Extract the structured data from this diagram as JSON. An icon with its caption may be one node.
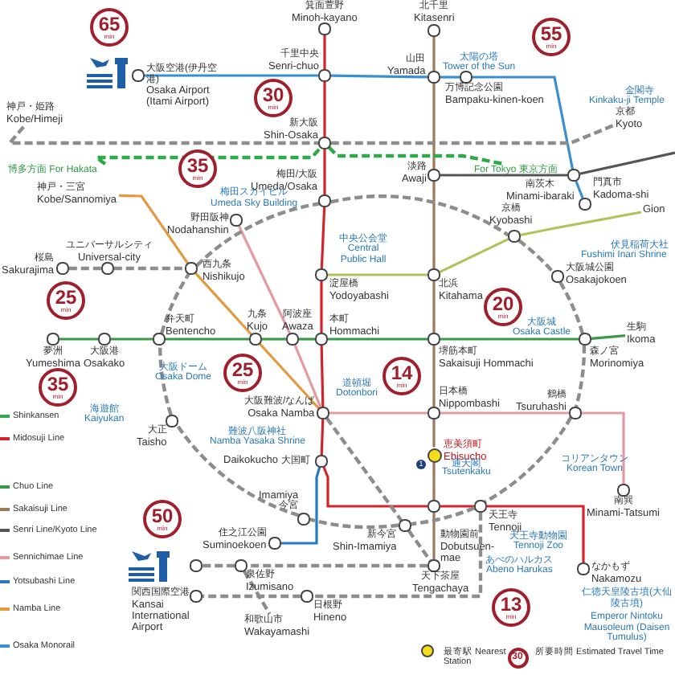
{
  "diagram": {
    "nodes": [
      {
        "text": [
          "箕面萱野",
          "Minoh-kayano"
        ]
      },
      {
        "text": [
          "北千里",
          "Kitasenri"
        ]
      },
      {
        "text": [
          "千里中央",
          "Senri-chuo"
        ]
      },
      {
        "text": [
          "山田",
          "Yamada"
        ]
      },
      {
        "text": [
          "万博記念公園",
          "Bampaku-kinen-koen"
        ]
      },
      {
        "text": [
          "大阪空港(伊丹空港)",
          "Osaka Airport (Itami Airport)"
        ]
      },
      {
        "text": [
          "新大阪",
          "Shin-Osaka"
        ]
      },
      {
        "text": [
          "梅田/大阪",
          "Umeda/Osaka"
        ]
      },
      {
        "text": [
          "京都",
          "Kyoto"
        ]
      },
      {
        "text": [
          "淡路",
          "Awaji"
        ]
      },
      {
        "text": [
          "南茨木",
          "Minami-ibaraki"
        ]
      },
      {
        "text": [
          "門真市",
          "Kadoma-shi"
        ]
      },
      {
        "text": [
          "京橋",
          "Kyobashi"
        ]
      },
      {
        "text": [
          "野田阪神",
          "Nodahanshin"
        ]
      },
      {
        "text": [
          "西九条",
          "Nishikujo"
        ]
      },
      {
        "text": [
          "桜島",
          "Sakurajima"
        ]
      },
      {
        "text": [
          "ユニバーサルシティ",
          "Universal-city"
        ]
      },
      {
        "text": [
          "夢洲",
          "Yumeshima"
        ]
      },
      {
        "text": [
          "大阪港",
          "Osakako"
        ]
      },
      {
        "text": [
          "弁天町",
          "Bentencho"
        ]
      },
      {
        "text": [
          "九条",
          "Kujo"
        ]
      },
      {
        "text": [
          "阿波座",
          "Awaza"
        ]
      },
      {
        "text": [
          "本町",
          "Hommachi"
        ]
      },
      {
        "text": [
          "堺筋本町",
          "Sakaisuji Hommachi"
        ]
      },
      {
        "text": [
          "森ノ宮",
          "Morinomiya"
        ]
      },
      {
        "text": [
          "生駒",
          "Ikoma"
        ]
      },
      {
        "text": [
          "北浜",
          "Kitahama"
        ]
      },
      {
        "text": [
          "大阪城公園",
          "Osakajokoen"
        ]
      },
      {
        "text": [
          "淀屋橋",
          "Yodoyabashi"
        ]
      },
      {
        "text": [
          "大阪難波/なんば",
          "Osaka Namba"
        ]
      },
      {
        "text": [
          "大正",
          "Taisho"
        ]
      },
      {
        "text": [
          "Daikokucho",
          "大国町"
        ]
      },
      {
        "text": [
          "日本橋",
          "Nippombashi"
        ]
      },
      {
        "text": [
          "鶴橋",
          "Tsuruhashi"
        ]
      },
      {
        "text": [
          "Imamiya",
          "今宮"
        ]
      },
      {
        "text": [
          "住之江公園",
          "Suminoekoen"
        ]
      },
      {
        "text": [
          "恵美須町",
          "Ebisucho"
        ]
      },
      {
        "text": [
          "天王寺",
          "Tennoji"
        ]
      },
      {
        "text": [
          "新今宮",
          "Shin-Imamiya"
        ]
      },
      {
        "text": [
          "動物園前",
          "Dobutsuen-mae"
        ]
      },
      {
        "text": [
          "天下茶屋",
          "Tengachaya"
        ]
      },
      {
        "text": [
          "南巽",
          "Minami-Tatsumi"
        ]
      },
      {
        "text": [
          "なかもず",
          "Nakamozu"
        ]
      },
      {
        "text": [
          "関西国際空港",
          "Kansai International Airport"
        ]
      },
      {
        "text": [
          "泉佐野",
          "Izumisano"
        ]
      },
      {
        "text": [
          "和歌山市",
          "Wakayamashi"
        ]
      },
      {
        "text": [
          "日根野",
          "Hineno"
        ]
      },
      {
        "text": [],
        "shape": "circle"
      },
      {
        "text": [
          "神戸・姫路",
          "Kobe/Himeji"
        ]
      },
      {
        "text": [
          "神戸・三宮",
          "Kobe/Sannomiya"
        ]
      },
      {
        "text": [
          "Gion"
        ]
      },
      {
        "text": [
          "博多方面 For Hakata"
        ]
      },
      {
        "text": [
          "For Tokyo 東京方面"
        ]
      }
    ],
    "edges": [
      {
        "from": 0,
        "to": 2,
        "arrow": "none",
        "color": "#d4242b"
      },
      {
        "from": 2,
        "to": 6,
        "arrow": "none",
        "color": "#d4242b"
      },
      {
        "from": 6,
        "to": 7,
        "arrow": "none",
        "color": "#d4242b"
      },
      {
        "from": 7,
        "to": 28,
        "arrow": "none",
        "color": "#d4242b"
      },
      {
        "from": 28,
        "to": 22,
        "arrow": "none",
        "color": "#d4242b"
      },
      {
        "from": 22,
        "to": 29,
        "arrow": "none",
        "color": "#d4242b"
      },
      {
        "from": 29,
        "to": 31,
        "arrow": "none",
        "color": "#d4242b"
      },
      {
        "from": 31,
        "to": 39,
        "arrow": "none",
        "color": "#d4242b"
      },
      {
        "from": 39,
        "to": 37,
        "arrow": "none",
        "color": "#d4242b"
      },
      {
        "from": 37,
        "to": 42,
        "arrow": "none",
        "color": "#d4242b"
      },
      {
        "from": 5,
        "to": 2,
        "arrow": "none",
        "color": "#3a8fd1"
      },
      {
        "from": 2,
        "to": 3,
        "arrow": "none",
        "color": "#3a8fd1"
      },
      {
        "from": 3,
        "to": 4,
        "arrow": "none",
        "color": "#3a8fd1"
      },
      {
        "from": 4,
        "to": 10,
        "arrow": "none",
        "color": "#3a8fd1"
      },
      {
        "from": 10,
        "to": 11,
        "arrow": "none",
        "color": "#3a8fd1"
      },
      {
        "from": 1,
        "to": 3,
        "arrow": "none",
        "color": "#9a7a5a"
      },
      {
        "from": 3,
        "to": 9,
        "arrow": "none",
        "color": "#9a7a5a"
      },
      {
        "from": 9,
        "to": 26,
        "arrow": "none",
        "color": "#9a7a5a"
      },
      {
        "from": 26,
        "to": 23,
        "arrow": "none",
        "color": "#9a7a5a"
      },
      {
        "from": 23,
        "to": 32,
        "arrow": "none",
        "color": "#9a7a5a"
      },
      {
        "from": 32,
        "to": 36,
        "arrow": "none",
        "color": "#9a7a5a"
      },
      {
        "from": 36,
        "to": 39,
        "arrow": "none",
        "color": "#9a7a5a"
      },
      {
        "from": 39,
        "to": 40,
        "arrow": "none",
        "color": "#9a7a5a"
      },
      {
        "from": 9,
        "to": 10,
        "arrow": "none",
        "color": "#555555"
      },
      {
        "from": 10,
        "to": null,
        "arrow": "none",
        "color": "#555555"
      },
      {
        "from": 28,
        "to": 26,
        "arrow": "none",
        "color": "#b3c35b"
      },
      {
        "from": 26,
        "to": 12,
        "arrow": "none",
        "color": "#b3c35b"
      },
      {
        "from": 12,
        "to": 50,
        "arrow": "none",
        "color": "#b3c35b"
      },
      {
        "from": 17,
        "to": 18,
        "arrow": "none",
        "color": "#3a9a47"
      },
      {
        "from": 18,
        "to": 19,
        "arrow": "none",
        "color": "#3a9a47"
      },
      {
        "from": 19,
        "to": 20,
        "arrow": "none",
        "color": "#3a9a47"
      },
      {
        "from": 20,
        "to": 21,
        "arrow": "none",
        "color": "#3a9a47"
      },
      {
        "from": 21,
        "to": 22,
        "arrow": "none",
        "color": "#3a9a47"
      },
      {
        "from": 22,
        "to": 23,
        "arrow": "none",
        "color": "#3a9a47"
      },
      {
        "from": 23,
        "to": 24,
        "arrow": "none",
        "color": "#3a9a47"
      },
      {
        "from": 24,
        "to": 25,
        "arrow": "none",
        "color": "#3a9a47"
      },
      {
        "from": 13,
        "to": 21,
        "arrow": "none",
        "color": "#e49aa3"
      },
      {
        "from": 21,
        "to": 29,
        "arrow": "none",
        "color": "#e49aa3"
      },
      {
        "from": 29,
        "to": 32,
        "arrow": "none",
        "color": "#e49aa3"
      },
      {
        "from": 32,
        "to": 33,
        "arrow": "none",
        "color": "#e49aa3"
      },
      {
        "from": 33,
        "to": 41,
        "arrow": "none",
        "color": "#e49aa3"
      },
      {
        "from": 49,
        "to": 14,
        "arrow": "none",
        "color": "#e3993e"
      },
      {
        "from": 14,
        "to": 20,
        "arrow": "none",
        "color": "#e3993e"
      },
      {
        "from": 20,
        "to": 29,
        "arrow": "none",
        "color": "#e3993e"
      },
      {
        "from": 7,
        "to": 12,
        "arrow": "none",
        "color": "#8d8d8d",
        "style": "dashed"
      },
      {
        "from": 12,
        "to": 27,
        "arrow": "none",
        "color": "#8d8d8d",
        "style": "dashed"
      },
      {
        "from": 27,
        "to": 24,
        "arrow": "none",
        "color": "#8d8d8d",
        "style": "dashed"
      },
      {
        "from": 24,
        "to": 33,
        "arrow": "none",
        "color": "#8d8d8d",
        "style": "dashed"
      },
      {
        "from": 33,
        "to": 37,
        "arrow": "none",
        "color": "#8d8d8d",
        "style": "dashed"
      },
      {
        "from": 37,
        "to": 38,
        "arrow": "none",
        "color": "#8d8d8d",
        "style": "dashed"
      },
      {
        "from": 38,
        "to": 34,
        "arrow": "none",
        "color": "#8d8d8d",
        "style": "dashed"
      },
      {
        "from": 34,
        "to": 30,
        "arrow": "none",
        "color": "#8d8d8d",
        "style": "dashed"
      },
      {
        "from": 30,
        "to": 19,
        "arrow": "none",
        "color": "#8d8d8d",
        "style": "dashed"
      },
      {
        "from": 19,
        "to": 14,
        "arrow": "none",
        "color": "#8d8d8d",
        "style": "dashed"
      },
      {
        "from": 14,
        "to": 7,
        "arrow": "none",
        "color": "#8d8d8d",
        "style": "dashed"
      },
      {
        "from": 15,
        "to": 16,
        "arrow": "none",
        "color": "#8d8d8d",
        "style": "dashed"
      },
      {
        "from": 16,
        "to": 14,
        "arrow": "none",
        "color": "#8d8d8d",
        "style": "dashed"
      },
      {
        "from": 48,
        "to": 6,
        "arrow": "none",
        "color": "#8d8d8d",
        "style": "dashed"
      },
      {
        "from": 6,
        "to": 8,
        "arrow": "none",
        "color": "#8d8d8d",
        "style": "dashed"
      },
      {
        "from": 51,
        "to": 6,
        "arrow": "none",
        "color": "#2eaa4a",
        "style": "dashed"
      },
      {
        "from": 6,
        "to": 52,
        "arrow": "none",
        "color": "#2eaa4a",
        "style": "dashed"
      },
      {
        "from": 29,
        "to": 38,
        "arrow": "none",
        "color": "#8d8d8d",
        "style": "dashed"
      },
      {
        "from": 38,
        "to": 40,
        "arrow": "none",
        "color": "#8d8d8d",
        "style": "dashed"
      },
      {
        "from": 40,
        "to": 44,
        "arrow": "none",
        "color": "#8d8d8d",
        "style": "dashed"
      },
      {
        "from": 44,
        "to": 47,
        "arrow": "none",
        "color": "#8d8d8d",
        "style": "dashed"
      },
      {
        "from": 44,
        "to": 45,
        "arrow": "none",
        "color": "#8d8d8d",
        "style": "dashed"
      },
      {
        "from": 37,
        "to": 46,
        "arrow": "none",
        "color": "#8d8d8d",
        "style": "dashed"
      },
      {
        "from": 46,
        "to": 43,
        "arrow": "none",
        "color": "#8d8d8d",
        "style": "dashed"
      },
      {
        "from": 31,
        "to": 35,
        "arrow": "none",
        "color": "#2a78bf"
      }
    ],
    "labels": [
      "65",
      "min",
      "55",
      "min",
      "太陽の塔",
      "Tower of the Sun",
      "金閣寺",
      "Kinkaku-ji Temple",
      "30",
      "min",
      "35",
      "min",
      "梅田スカイビル",
      "Umeda Sky Building",
      "中央公会堂",
      "Central Public Hall",
      "伏見稲荷大社",
      "Fushimi Inari Shrine",
      "25",
      "min",
      "20",
      "min",
      "大阪城",
      "Osaka Castle",
      "大阪ドーム",
      "Osaka Dome",
      "25",
      "min",
      "35",
      "min",
      "14",
      "min",
      "海遊館",
      "Kaiyukan",
      "道頓堀",
      "Dotonbori",
      "難波八阪神社",
      "Namba Yasaka Shrine",
      "1",
      "通天閣",
      "Tsutenkaku",
      "コリアンタウン",
      "Korean Town",
      "天王寺動物園",
      "Tennoji Zoo",
      "あべのハルカス",
      "Abeno Harukas",
      "13",
      "min",
      "50",
      "min",
      "仁徳天皇陵古墳(大仙陵古墳)",
      "Emperor Nintoku Mausoleum (Daisen Tumulus)",
      "30"
    ],
    "legend": [
      {
        "text": "最寄駅 Nearest Station",
        "color": "#f3dd1a"
      },
      {
        "text": "所要時間 Estimated Travel Time"
      },
      {
        "text": "Shinkansen",
        "color": "#2eaa4a"
      },
      {
        "text": "Midosuji Line",
        "color": "#d4242b"
      },
      {
        "text": "Chuo Line",
        "color": "#3a9a47"
      },
      {
        "text": "Sakaisuji Line",
        "color": "#9a7a5a"
      },
      {
        "text": "Senri Line/Kyoto Line",
        "color": "#555555"
      },
      {
        "text": "Sennichimae Line",
        "color": "#e49aa3"
      },
      {
        "text": "Yotsubashi Line",
        "color": "#2a78bf"
      },
      {
        "text": "Namba Line",
        "color": "#e3993e"
      },
      {
        "text": "Osaka Monorail",
        "color": "#3a8fd1"
      }
    ]
  }
}
